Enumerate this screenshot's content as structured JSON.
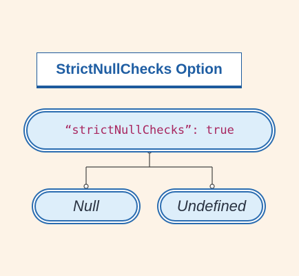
{
  "title": "StrictNullChecks Option",
  "root": {
    "code": "“strictNullChecks”: true"
  },
  "children": [
    {
      "label": "Null"
    },
    {
      "label": "Undefined"
    }
  ],
  "colors": {
    "background": "#fdf3e7",
    "accent": "#1f5ea3",
    "node_fill": "#ddeefa",
    "code_text": "#a8265f"
  }
}
